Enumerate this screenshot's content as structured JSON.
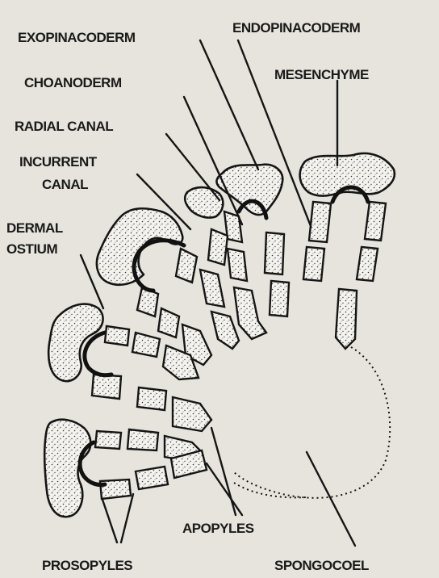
{
  "labels": {
    "exopinacoderm": "EXOPINACODERM",
    "endopinacoderm": "ENDOPINACODERM",
    "choanoderm": "CHOANODERM",
    "mesenchyme": "MESENCHYME",
    "radial_canal": "RADIAL CANAL",
    "incurrent_canal_line1": "INCURRENT",
    "incurrent_canal_line2": "CANAL",
    "dermal_ostium_line1": "DERMAL",
    "dermal_ostium_line2": "OSTIUM",
    "apopyles": "APOPYLES",
    "prosopyles": "PROSOPYLES",
    "spongocoel": "SPONGOCOEL"
  }
}
